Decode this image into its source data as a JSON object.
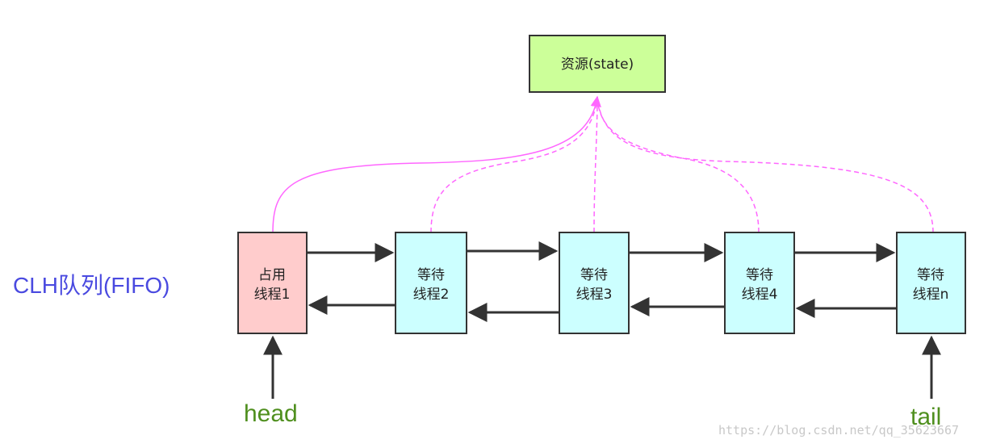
{
  "resource": {
    "label": "资源(state)",
    "fill": "#ccff99"
  },
  "queue_label": "CLH队列(FIFO)",
  "nodes": [
    {
      "line1": "占用",
      "line2": "线程1",
      "fill": "#ffcccc"
    },
    {
      "line1": "等待",
      "line2": "线程2",
      "fill": "#ccffff"
    },
    {
      "line1": "等待",
      "line2": "线程3",
      "fill": "#ccffff"
    },
    {
      "line1": "等待",
      "line2": "线程4",
      "fill": "#ccffff"
    },
    {
      "line1": "等待",
      "line2": "线程n",
      "fill": "#ccffff"
    }
  ],
  "pointers": {
    "head": "head",
    "tail": "tail"
  },
  "colors": {
    "arrow": "#333333",
    "link": "#ff66ff",
    "queue_label": "#4a4ae0",
    "pointer_label": "#4f8f1e"
  },
  "watermark": "https://blog.csdn.net/qq_35623667"
}
